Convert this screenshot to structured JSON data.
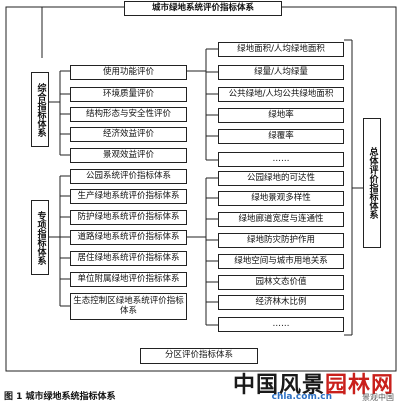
{
  "title": "城市绿地系统评价指标体系",
  "left_groups": [
    {
      "label": "综合指标体系"
    },
    {
      "label": "专项指标体系"
    }
  ],
  "right_group": {
    "label": "总体评价指标体系"
  },
  "bottom": {
    "label": "分区评价指标体系"
  },
  "comprehensive_items": [
    "使用功能评价",
    "环境质量评价",
    "结构形态与安全性评价",
    "经济效益评价",
    "景观效益评价"
  ],
  "special_items": [
    "公园系统评价指标体系",
    "生产绿地系统评价指标体系",
    "防护绿地系统评价指标体系",
    "道路绿地系统评价指标体系",
    "居住绿地系统评价指标体系",
    "单位附属绿地评价指标体系",
    "生态控制区绿地系统评价指标体系"
  ],
  "upper_right_items": [
    "绿地面积/人均绿地面积",
    "绿量/人均绿量",
    "公共绿地/人均公共绿地面积",
    "绿地率",
    "绿覆率",
    "……"
  ],
  "lower_right_items": [
    "公园绿地的可达性",
    "绿地景观多样性",
    "绿地廊道宽度与连通性",
    "绿地防灾防护作用",
    "绿地空间与城市用地关系",
    "园林文态价值",
    "经济林木比例",
    "……"
  ],
  "caption": "图 1   城市绿地系统指标体系",
  "watermark": {
    "part1": "中国风景",
    "part2": "园林网",
    "site": "chla.com.cn",
    "tag": "景观中国"
  }
}
